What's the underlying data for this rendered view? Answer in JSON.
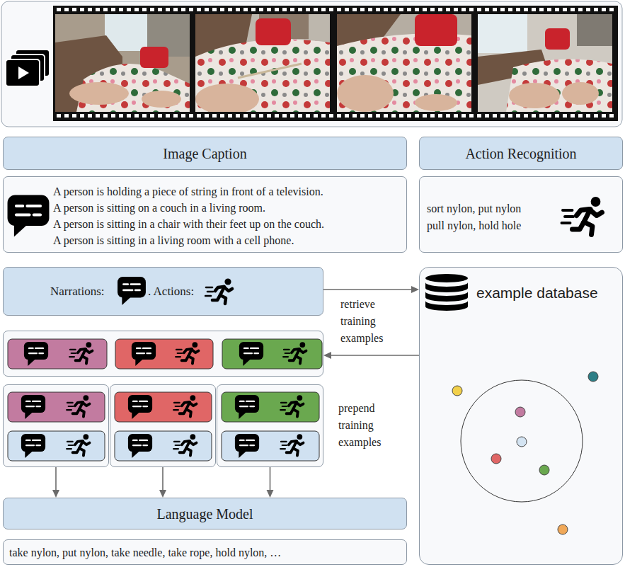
{
  "diagram": {
    "nodes": [
      {
        "text": [
          "Image Caption"
        ]
      },
      {
        "text": [
          "A person is holding a piece of string in front of a television.",
          "A person is sitting on a couch in a living room.",
          "A person is sitting in a chair with their feet up on the couch.",
          "A person is sitting in a living room with a cell phone."
        ]
      },
      {
        "text": [
          "Action Recognition"
        ]
      },
      {
        "text": [
          "sort nylon, put nylon",
          "pull nylon, hold hole"
        ]
      },
      {
        "text": [
          "Narrations:",
          ". Actions:"
        ]
      },
      {
        "text": [
          "example database"
        ]
      },
      {
        "text": []
      },
      {
        "text": []
      },
      {
        "text": []
      },
      {
        "text": []
      },
      {
        "text": [
          "Language Model"
        ]
      },
      {
        "text": [
          "take nylon, put nylon, take needle, take rope, hold nylon, …"
        ]
      }
    ],
    "edges": [
      {
        "from": 4,
        "to": 5,
        "arrow": "to",
        "label": "retrieve training examples"
      },
      {
        "from": 5,
        "to": 6,
        "arrow": "to"
      },
      {
        "from": 7,
        "to": 10,
        "arrow": "to"
      },
      {
        "from": 8,
        "to": 10,
        "arrow": "to"
      },
      {
        "from": 9,
        "to": 10,
        "arrow": "to"
      }
    ],
    "labels": [
      "prepend training examples"
    ]
  }
}
